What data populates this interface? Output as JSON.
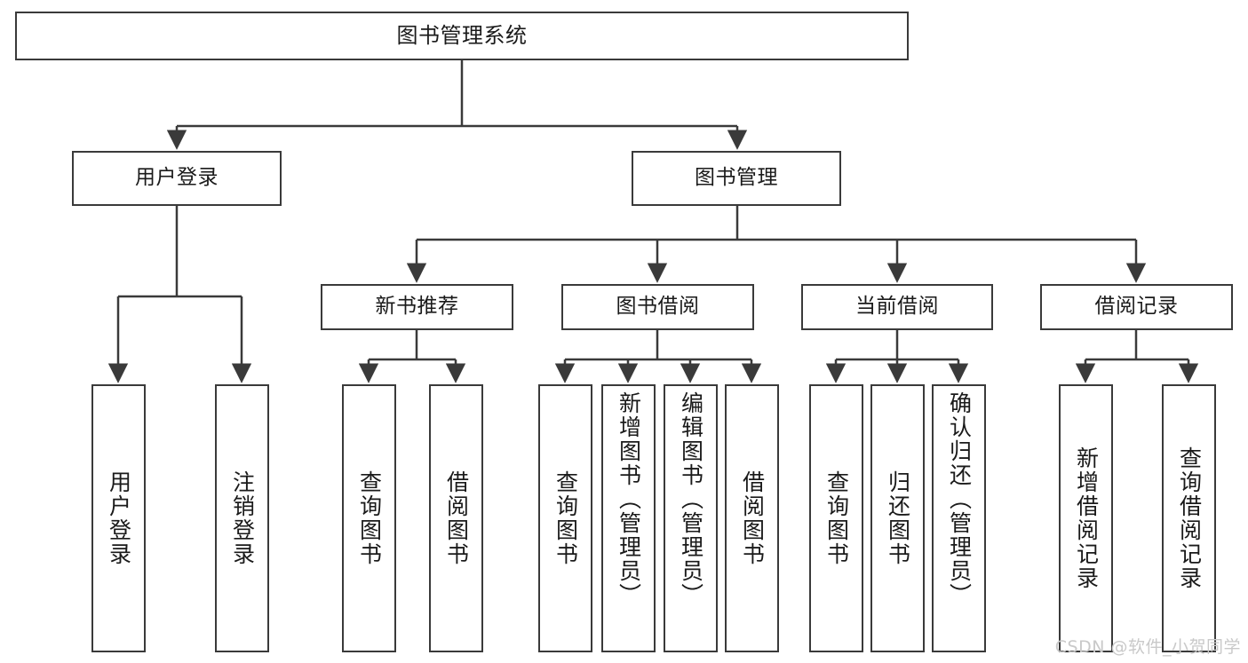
{
  "diagram": {
    "title": "图书管理系统",
    "type": "tree",
    "watermark": "CSDN @软件_小贺同学",
    "colors": {
      "stroke": "#3a3a3a",
      "fill": "#ffffff",
      "text": "#1a1a1a",
      "watermark": "#c9c9c9"
    },
    "nodes": {
      "root": {
        "label": "图书管理系统"
      },
      "level2": [
        {
          "label": "用户登录"
        },
        {
          "label": "图书管理"
        }
      ],
      "level3": [
        {
          "label": "新书推荐"
        },
        {
          "label": "图书借阅"
        },
        {
          "label": "当前借阅"
        },
        {
          "label": "借阅记录"
        }
      ],
      "leaves": {
        "user_login": [
          {
            "label": "用户登录"
          },
          {
            "label": "注销登录"
          }
        ],
        "new_book": [
          {
            "label": "查询图书"
          },
          {
            "label": "借阅图书"
          }
        ],
        "borrow": [
          {
            "label": "查询图书"
          },
          {
            "label": "新增图书（管理员）"
          },
          {
            "label": "编辑图书（管理员）"
          },
          {
            "label": "借阅图书"
          }
        ],
        "current": [
          {
            "label": "查询图书"
          },
          {
            "label": "归还图书"
          },
          {
            "label": "确认归还（管理员）"
          }
        ],
        "records": [
          {
            "label": "新增借阅记录"
          },
          {
            "label": "查询借阅记录"
          }
        ]
      }
    }
  }
}
